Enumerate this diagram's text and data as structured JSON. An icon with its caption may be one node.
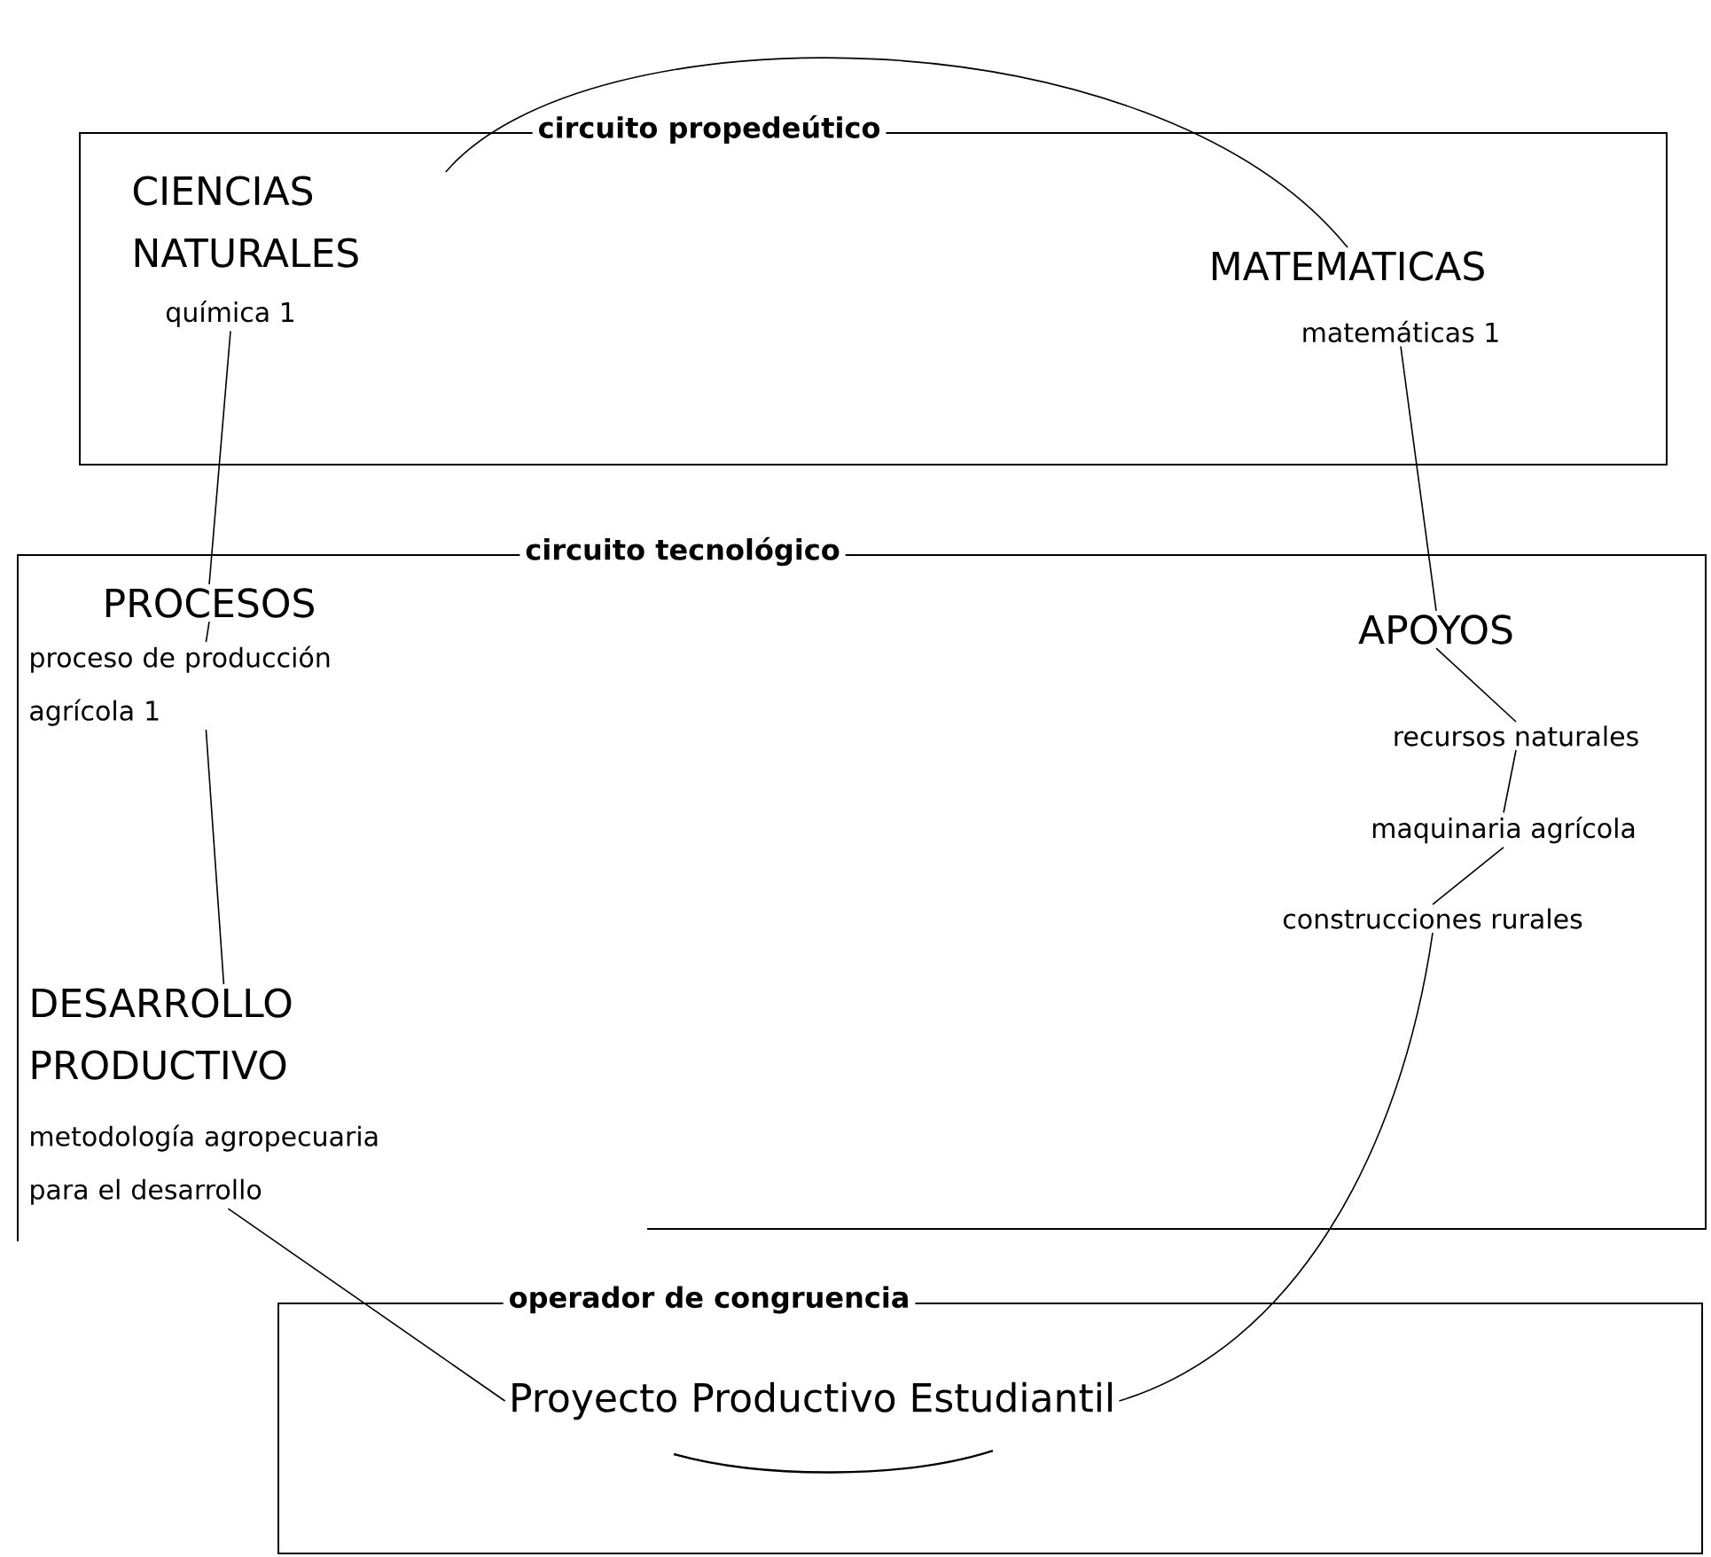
{
  "diagram": {
    "nodes": [
      {
        "text": [
          "circuito propedeútico"
        ]
      },
      {
        "text": [
          "CIENCIAS NATURALES"
        ],
        "in": 0
      },
      {
        "text": [
          "química 1"
        ],
        "in": 0
      },
      {
        "text": [
          "MATEMATICAS"
        ],
        "in": 0
      },
      {
        "text": [
          "matemáticas 1"
        ],
        "in": 0
      },
      {
        "text": [
          "circuito tecnológico"
        ]
      },
      {
        "text": [
          "PROCESOS"
        ],
        "in": 5
      },
      {
        "text": [
          "proceso de producción agrícola 1"
        ],
        "in": 5
      },
      {
        "text": [
          "DESARROLLO PRODUCTIVO"
        ],
        "in": 5
      },
      {
        "text": [
          "metodología agropecuaria para el desarrollo"
        ],
        "in": 5
      },
      {
        "text": [
          "APOYOS"
        ],
        "in": 5
      },
      {
        "text": [
          "recursos naturales"
        ],
        "in": 5
      },
      {
        "text": [
          "maquinaria agrícola"
        ],
        "in": 5
      },
      {
        "text": [
          "construcciones rurales"
        ],
        "in": 5
      },
      {
        "text": [
          "operador de congruencia"
        ]
      },
      {
        "text": [
          "Proyecto Productivo Estudiantil"
        ],
        "in": 14
      }
    ],
    "edges": [
      {
        "from": 1,
        "to": 3,
        "arrow": "none"
      },
      {
        "from": 2,
        "to": 6,
        "arrow": "none"
      },
      {
        "from": 4,
        "to": 10,
        "arrow": "none"
      },
      {
        "from": 6,
        "to": 7,
        "arrow": "none"
      },
      {
        "from": 7,
        "to": 8,
        "arrow": "none"
      },
      {
        "from": 10,
        "to": 11,
        "arrow": "none"
      },
      {
        "from": 11,
        "to": 12,
        "arrow": "none"
      },
      {
        "from": 12,
        "to": 13,
        "arrow": "none"
      },
      {
        "from": 13,
        "to": 15,
        "arrow": "none"
      },
      {
        "from": 9,
        "to": 15,
        "arrow": "none"
      }
    ]
  }
}
